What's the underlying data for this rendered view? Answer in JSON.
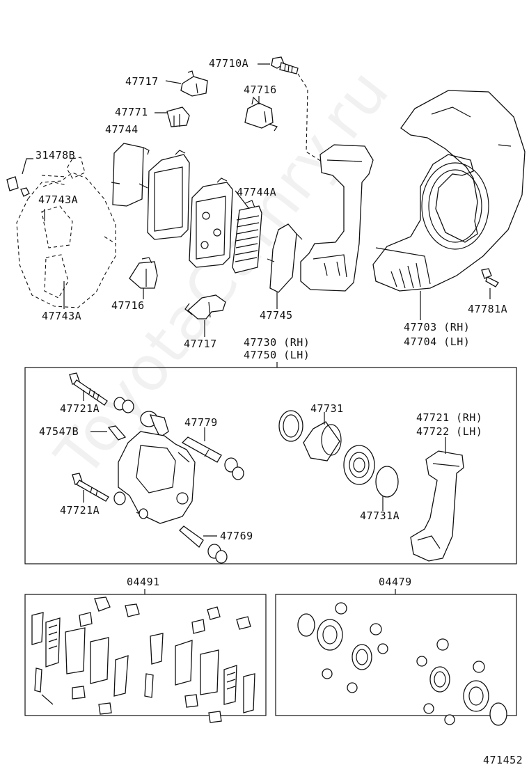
{
  "watermark": "ToyotaCamry.ru",
  "diagram_id": "471452",
  "labels": {
    "p47710A": "47710A",
    "p47717_top": "47717",
    "p47716_top": "47716",
    "p47771": "47771",
    "p47744": "47744",
    "p31478B": "31478B",
    "p47743A_top": "47743A",
    "p47744A": "47744A",
    "p47716_mid": "47716",
    "p47743A_bot": "47743A",
    "p47745": "47745",
    "p47717_bot": "47717",
    "p47703": "47703 (RH)",
    "p47704": "47704 (LH)",
    "p47781A": "47781A",
    "p47730": "47730 (RH)",
    "p47750": "47750 (LH)",
    "p47721A_top": "47721A",
    "p47547B": "47547B",
    "p47779": "47779",
    "p47731": "47731",
    "p47721": "47721 (RH)",
    "p47722": "47722 (LH)",
    "p47721A_bot": "47721A",
    "p47769": "47769",
    "p47731A": "47731A",
    "p04491": "04491",
    "p04479": "04479"
  }
}
